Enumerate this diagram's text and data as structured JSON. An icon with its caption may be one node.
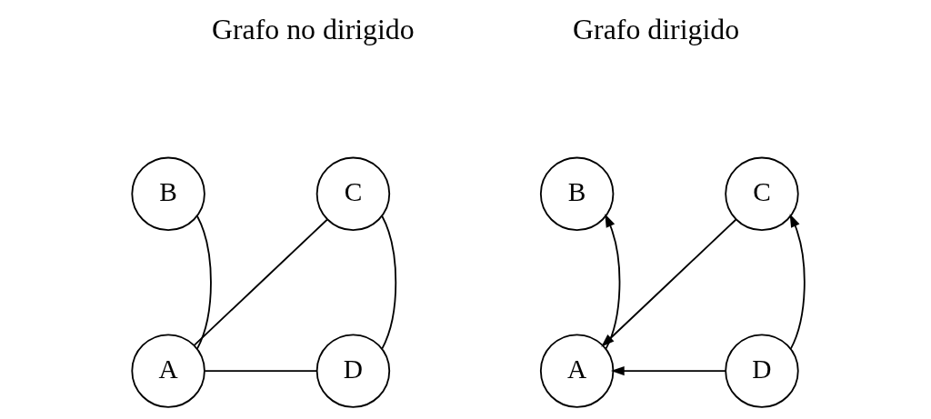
{
  "diagram": {
    "nodes": [
      {
        "text": [
          "B"
        ]
      },
      {
        "text": [
          "C"
        ]
      },
      {
        "text": [
          "A"
        ]
      },
      {
        "text": [
          "D"
        ]
      },
      {
        "text": [
          "B"
        ]
      },
      {
        "text": [
          "C"
        ]
      },
      {
        "text": [
          "A"
        ]
      },
      {
        "text": [
          "D"
        ]
      }
    ],
    "edges": [
      {
        "from": 2,
        "to": 0,
        "arrow": "none"
      },
      {
        "from": 2,
        "to": 1,
        "arrow": "none"
      },
      {
        "from": 1,
        "to": 3,
        "arrow": "none"
      },
      {
        "from": 2,
        "to": 3,
        "arrow": "none"
      },
      {
        "from": 6,
        "to": 4,
        "arrow": "to"
      },
      {
        "from": 5,
        "to": 6,
        "arrow": "to"
      },
      {
        "from": 7,
        "to": 5,
        "arrow": "to"
      },
      {
        "from": 7,
        "to": 6,
        "arrow": "to"
      }
    ],
    "labels": [
      "Grafo no dirigido",
      "Grafo dirigido"
    ]
  }
}
